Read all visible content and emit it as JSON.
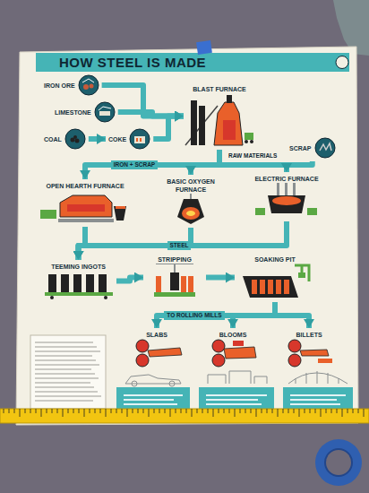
{
  "diagram": {
    "title": "HOW STEEL IS MADE",
    "nodes": [
      {
        "text": [
          "IRON ORE"
        ]
      },
      {
        "text": [
          "LIMESTONE"
        ]
      },
      {
        "text": [
          "COAL"
        ]
      },
      {
        "text": [
          "COKE"
        ]
      },
      {
        "text": [
          "BLAST FURNACE"
        ]
      },
      {
        "text": [
          "SCRAP"
        ]
      },
      {
        "text": [
          "OPEN HEARTH FURNACE"
        ]
      },
      {
        "text": [
          "BASIC OXYGEN FURNACE"
        ]
      },
      {
        "text": [
          "ELECTRIC FURNACE"
        ]
      },
      {
        "text": [
          "TEEMING INGOTS"
        ]
      },
      {
        "text": [
          "STRIPPING"
        ]
      },
      {
        "text": [
          "SOAKING PIT"
        ]
      },
      {
        "text": [
          "SLABS"
        ]
      },
      {
        "text": [
          "BLOOMS"
        ]
      },
      {
        "text": [
          "BILLETS"
        ]
      }
    ],
    "edges": [
      {
        "from": 0,
        "to": 4,
        "arrow": "to"
      },
      {
        "from": 1,
        "to": 4,
        "arrow": "to"
      },
      {
        "from": 3,
        "to": 4,
        "arrow": "to"
      },
      {
        "from": 2,
        "to": 3,
        "arrow": "to"
      },
      {
        "from": 4,
        "to": 6,
        "arrow": "to"
      },
      {
        "from": 4,
        "to": 7,
        "arrow": "to"
      },
      {
        "from": 4,
        "to": 8,
        "arrow": "to"
      },
      {
        "from": 5,
        "to": 8,
        "arrow": "to"
      },
      {
        "from": 6,
        "to": 9,
        "arrow": "to"
      },
      {
        "from": 7,
        "to": 9,
        "arrow": "to"
      },
      {
        "from": 8,
        "to": 9,
        "arrow": "to"
      },
      {
        "from": 9,
        "to": 10,
        "arrow": "to"
      },
      {
        "from": 10,
        "to": 11,
        "arrow": "to"
      },
      {
        "from": 11,
        "to": 12,
        "arrow": "to"
      },
      {
        "from": 11,
        "to": 13,
        "arrow": "to"
      },
      {
        "from": 11,
        "to": 14,
        "arrow": "to"
      }
    ],
    "labels": [
      "RAW MATERIALS",
      "IRON + SCRAP",
      "STEEL",
      "TO ROLLING MILLS"
    ]
  }
}
